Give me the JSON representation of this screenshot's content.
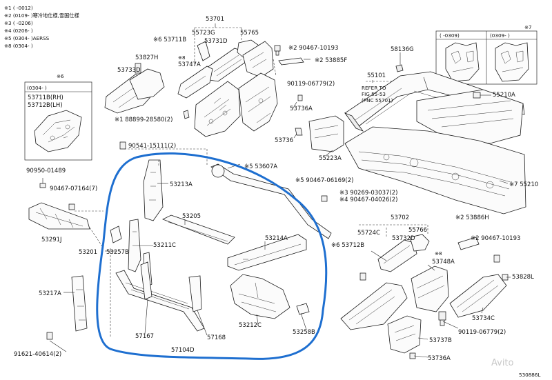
{
  "notes": [
    "※1 (     -0012)",
    "※2 (0109-     )寒冷地仕様,雪国仕様",
    "※3 (     -0206)",
    "※4 (0206-     )",
    "※5 (0304-     )AERSS",
    "※8 (0304-     )"
  ],
  "inset6": {
    "mark": "※6",
    "range": "(0304-     )",
    "lines": [
      "53711B(RH)",
      "53712B(LH)"
    ]
  },
  "inset7": {
    "mark": "※7",
    "left": "(     -0309)",
    "right": "(0309-     )"
  },
  "refer": [
    "REFER TO",
    "FIG 55-53",
    "(PNC 55701)"
  ],
  "parts": {
    "p53701": "53701",
    "p53711b": "※6 53711B",
    "p53723g": "55723G",
    "p53731d": "53731D",
    "p55765": "55765",
    "p53747a": "53747A",
    "mark8": "※8",
    "p53827h": "53827H",
    "p53733d": "53733D",
    "p90467_10193a": "※2 90467-10193",
    "p53885f": "※2 53885F",
    "p58136g": "58136G",
    "p55101": "55101",
    "p55210a": "55210A",
    "p90119a": "90119-06779(2)",
    "p53736a": "53736A",
    "p88899": "※1 88899-28580(2)",
    "p53736": "53736",
    "p55223a": "55223A",
    "p90541": "90541-15111(2)",
    "p53607a": "※5 53607A",
    "p90950": "90950-01489",
    "p53213a": "53213A",
    "p90467_06169": "※5 90467-06169(2)",
    "p55210": "※7 55210",
    "p90467_07164": "90467-07164(7)",
    "p90269": "※3 90269-03037(2)",
    "p90467_04026": "※4 90467-04026(2)",
    "p53291j": "53291J",
    "p53205": "53205",
    "p53702": "53702",
    "p53886h": "※2 53886H",
    "p55724c": "55724C",
    "p55766": "55766",
    "p90467_10193b": "※2 90467-10193",
    "p53201": "53201",
    "p53257b": "53257B",
    "p53211c": "53211C",
    "p53214a": "53214A",
    "p53712b": "※6 53712B",
    "p53732d": "53732D",
    "mark8b": "※8",
    "p53748a": "53748A",
    "p53828l": "53828L",
    "p53217a": "53217A",
    "p53734c": "53734C",
    "p57167": "57167",
    "p57104d": "57104D",
    "p57168": "57168",
    "p53212c": "53212C",
    "p53258b": "53258B",
    "p90119b": "90119-06779(2)",
    "p53737b": "53737B",
    "p91621": "91621-40614(2)",
    "p53736a2": "53736A",
    "code": "530886L"
  },
  "watermark": "Avito",
  "colors": {
    "ink": "#111111",
    "highlight": "#1e6fd0",
    "paper": "#ffffff"
  }
}
